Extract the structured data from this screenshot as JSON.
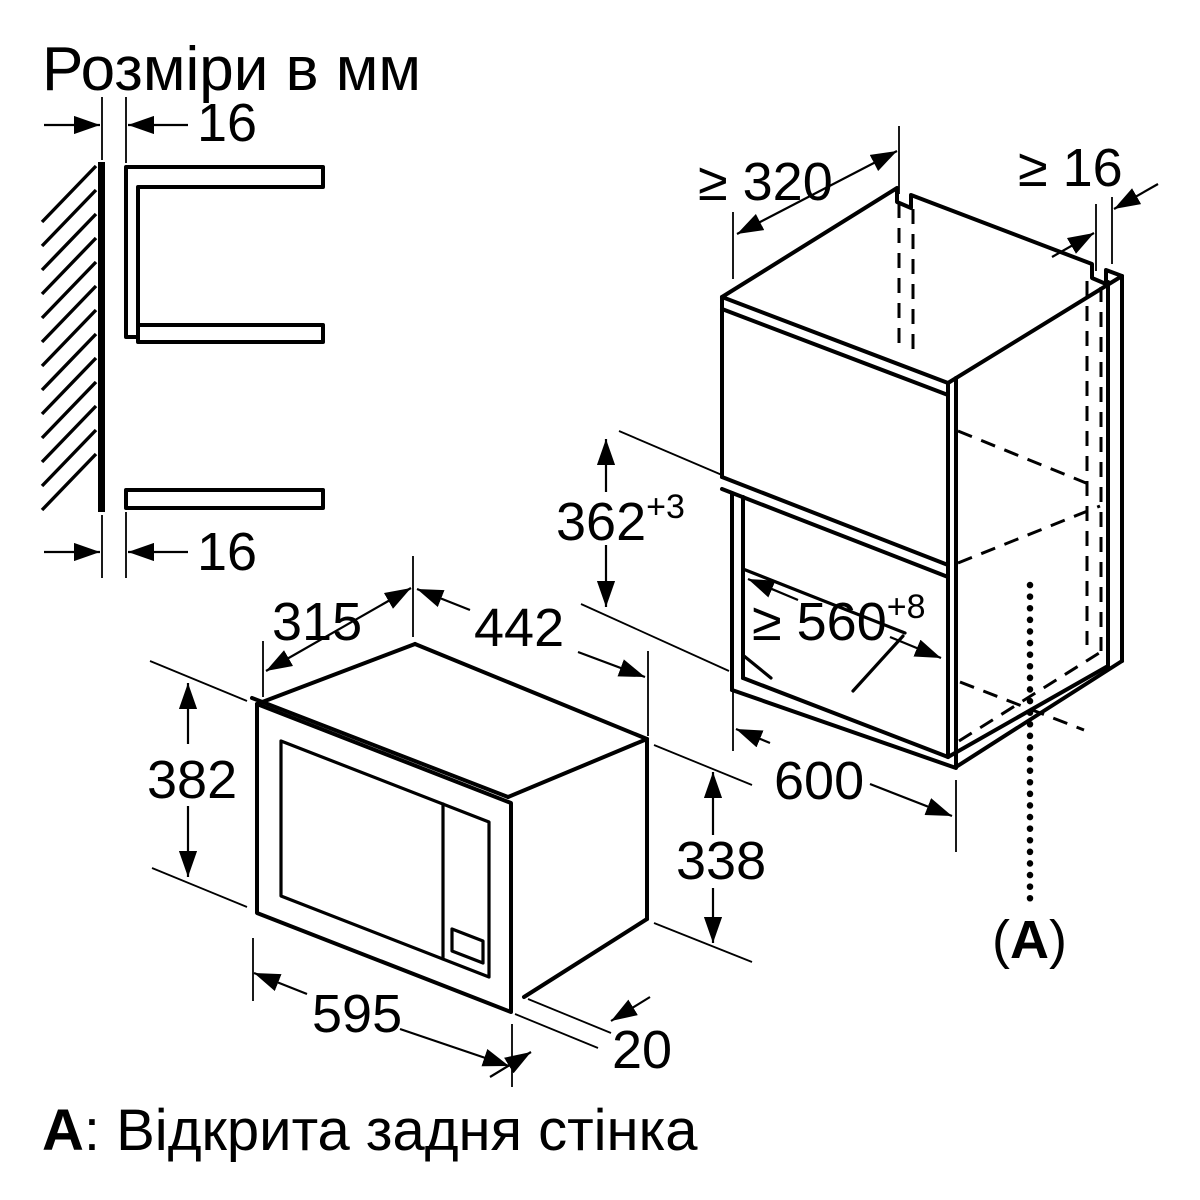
{
  "title": "Розміри в мм",
  "dims": {
    "top_gap": "16",
    "bottom_gap": "16",
    "min_depth": "≥ 320",
    "min_rear_gap": "≥ 16",
    "niche_height": {
      "value": "362",
      "tol": "+3"
    },
    "niche_width": {
      "value": "≥ 560",
      "tol": "+8"
    },
    "cabinet_width": "600",
    "device_depth": "315",
    "body_width": "442",
    "front_height": "382",
    "body_height": "338",
    "front_width": "595",
    "frame_overhang": "20"
  },
  "labels": {
    "marker_open": "(",
    "marker_letter": "А",
    "marker_close": ")",
    "caption_letter": "А",
    "caption_text": ": Відкрита задня стінка"
  },
  "colors": {
    "line": "#000000",
    "background": "#ffffff"
  }
}
